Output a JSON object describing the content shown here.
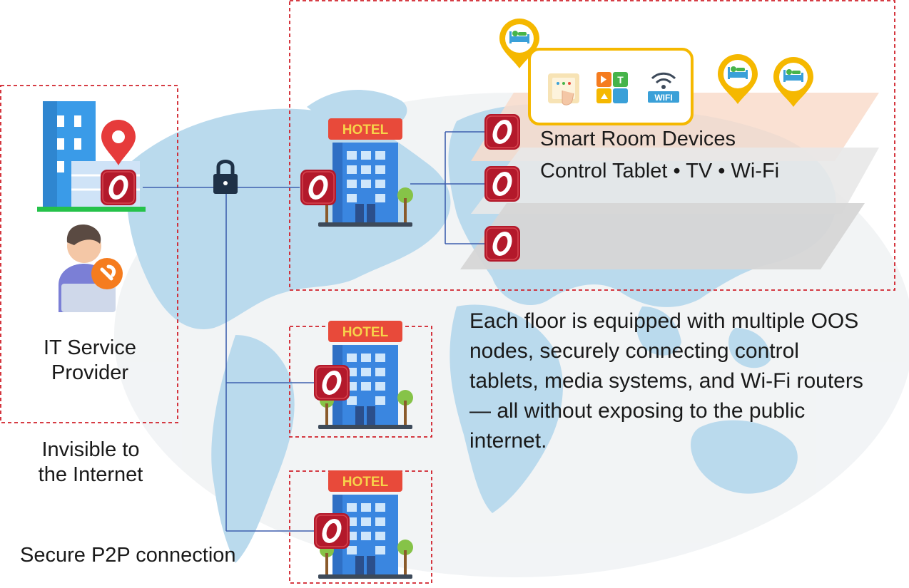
{
  "colors": {
    "dashed_border": "#d0202a",
    "connector_line": "#3e5fae",
    "map_fill": "#b3d6ec",
    "node_badge": "#b3192b",
    "hotel_sign": "#e84a3a",
    "building_blue": "#3a86e0",
    "pin_yellow": "#f5b800"
  },
  "provider": {
    "label_line1": "IT Service",
    "label_line2": "Provider",
    "invisible_line1": "Invisible to",
    "invisible_line2": "the Internet"
  },
  "connection": {
    "label": "Secure P2P connection",
    "lock_icon": "padlock-icon"
  },
  "hotels": [
    {
      "sign": "HOTEL"
    },
    {
      "sign": "HOTEL"
    },
    {
      "sign": "HOTEL"
    }
  ],
  "floors": {
    "title": "Smart Room Devices",
    "devices_line": "Control Tablet • TV • Wi-Fi",
    "wifi_text": "WIFI"
  },
  "description": "Each floor is equipped with multiple OOS nodes, securely connecting control tablets, media systems, and Wi-Fi routers — all without exposing to the public internet.",
  "node_letter": "O"
}
